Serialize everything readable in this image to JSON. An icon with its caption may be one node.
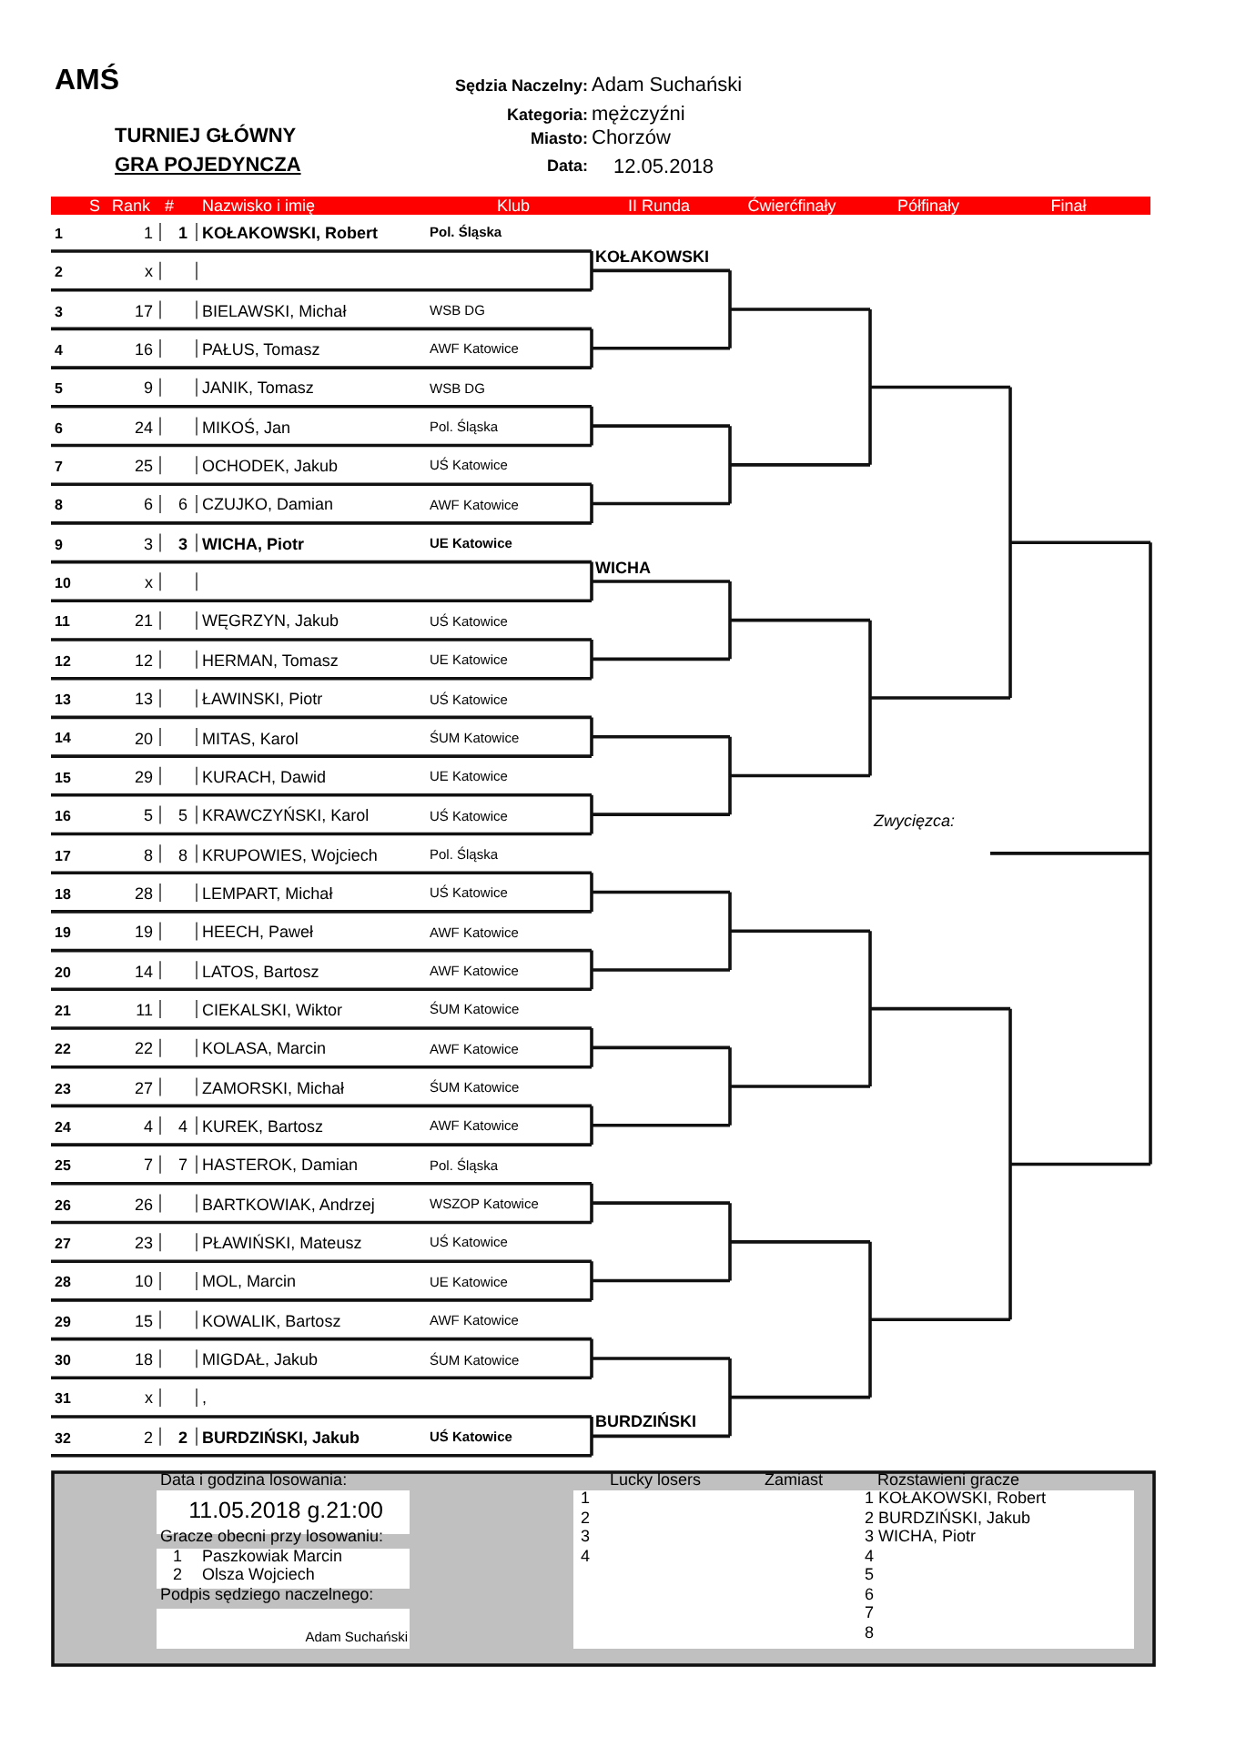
{
  "diagram": {
    "labels": [
      "AMŚ",
      "TURNIEJ GŁÓWNY",
      "GRA POJEDYNCZA",
      "Sędzia Naczelny:",
      "Adam Suchański",
      "Kategoria:",
      "mężczyźni",
      "Miasto:",
      "Chorzów",
      "Data:",
      "12.05.2018",
      "S",
      "Rank",
      "#",
      "Nazwisko i imię",
      "Klub",
      "II Runda",
      "Ćwierćfinały",
      "Półfinały",
      "Finał",
      "1",
      "1",
      "1",
      "KOŁAKOWSKI, Robert",
      "Pol. Śląska",
      "2",
      "x",
      "3",
      "17",
      "BIELAWSKI, Michał",
      "WSB DG",
      "4",
      "16",
      "PAŁUS, Tomasz",
      "AWF Katowice",
      "5",
      "9",
      "JANIK, Tomasz",
      "WSB DG",
      "6",
      "24",
      "MIKOŚ, Jan",
      "Pol. Śląska",
      "7",
      "25",
      "OCHODEK, Jakub",
      "UŚ Katowice",
      "8",
      "6",
      "6",
      "CZUJKO, Damian",
      "AWF Katowice",
      "9",
      "3",
      "3",
      "WICHA, Piotr",
      "UE Katowice",
      "10",
      "x",
      "11",
      "21",
      "WĘGRZYN, Jakub",
      "UŚ Katowice",
      "12",
      "12",
      "HERMAN, Tomasz",
      "UE Katowice",
      "13",
      "13",
      "ŁAWINSKI, Piotr",
      "UŚ Katowice",
      "14",
      "20",
      "MITAS, Karol",
      "ŚUM Katowice",
      "15",
      "29",
      "KURACH, Dawid",
      "UE Katowice",
      "16",
      "5",
      "5",
      "KRAWCZYŃSKI, Karol",
      "UŚ Katowice",
      "17",
      "8",
      "8",
      "KRUPOWIES, Wojciech",
      "Pol. Śląska",
      "18",
      "28",
      "LEMPART, Michał",
      "UŚ Katowice",
      "19",
      "19",
      "HEECH, Paweł",
      "AWF Katowice",
      "20",
      "14",
      "LATOS, Bartosz",
      "AWF Katowice",
      "21",
      "11",
      "CIEKALSKI, Wiktor",
      "ŚUM Katowice",
      "22",
      "22",
      "KOLASA, Marcin",
      "AWF Katowice",
      "23",
      "27",
      "ZAMORSKI, Michał",
      "ŚUM Katowice",
      "24",
      "4",
      "4",
      "KUREK, Bartosz",
      "AWF Katowice",
      "25",
      "7",
      "7",
      "HASTEROK, Damian",
      "Pol. Śląska",
      "26",
      "26",
      "BARTKOWIAK, Andrzej",
      "WSZOP Katowice",
      "27",
      "23",
      "PŁAWIŃSKI, Mateusz",
      "UŚ Katowice",
      "28",
      "10",
      "MOL, Marcin",
      "UE Katowice",
      "29",
      "15",
      "KOWALIK, Bartosz",
      "AWF Katowice",
      "30",
      "18",
      "MIGDAŁ, Jakub",
      "ŚUM Katowice",
      "31",
      "x",
      ",",
      "32",
      "2",
      "2",
      "BURDZIŃSKI, Jakub",
      "UŚ Katowice",
      "KOŁAKOWSKI",
      "WICHA",
      "BURDZIŃSKI",
      "Zwycięzca:",
      "Data i godzina losowania:",
      "11.05.2018 g.21:00",
      "Gracze obecni przy losowaniu:",
      "1",
      "Paszkowiak Marcin",
      "2",
      "Olsza Wojciech",
      "Podpis sędziego naczelnego:",
      "Adam Suchański",
      "Lucky losers",
      "Zamiast",
      "Rozstawieni gracze",
      "1",
      "2",
      "3",
      "4",
      "1 KOŁAKOWSKI, Robert",
      "2 BURDZIŃSKI, Jakub",
      "3 WICHA, Piotr",
      "4",
      "5",
      "6",
      "7",
      "8"
    ]
  }
}
